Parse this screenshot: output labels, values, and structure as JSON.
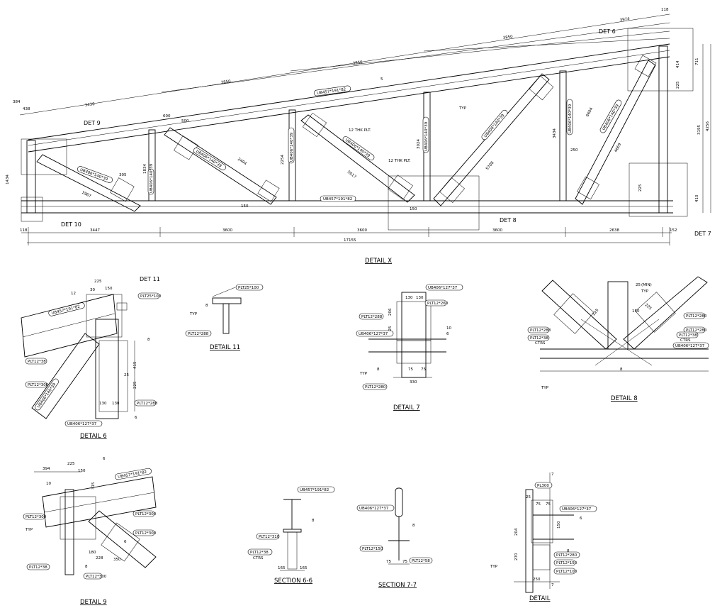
{
  "main": {
    "caption": "DETAIL X",
    "det_labels": [
      "DET 6",
      "DET 7",
      "DET 8",
      "DET 9",
      "DET 10"
    ],
    "top_chord_dims": [
      "3974",
      "3850",
      "3850",
      "3850",
      "3436"
    ],
    "misc_dims": [
      "118",
      "384",
      "438",
      "5",
      "TYP",
      "12 THK PLT.",
      "12 THK PLT."
    ],
    "right_dims": [
      "414",
      "225",
      "711",
      "3195",
      "4256",
      "410"
    ],
    "member_dims": [
      "1834",
      "2254",
      "3024",
      "3434",
      "1434",
      "6694",
      "5017",
      "5708",
      "4669",
      "1967",
      "2494",
      "305",
      "500",
      "600",
      "150",
      "150",
      "250",
      "225"
    ],
    "member_tags": [
      "UB457*191*82",
      "UB457*191*82",
      "UB406*140*39",
      "UB406*140*39",
      "UB406*140*39",
      "UB406*140*39",
      "UB406*140*39",
      "UB406*140*39",
      "UB406*140*39",
      "UB406*140*39",
      "UB406*140*39"
    ],
    "bottom_dims": [
      "118",
      "3447",
      "3600",
      "3600",
      "3600",
      "2638",
      "152"
    ],
    "overall_dim": "17155"
  },
  "detail_6": {
    "caption": "DETAIL 6",
    "det_ref": "DET 11",
    "dims": [
      "225",
      "150",
      "30",
      "415",
      "225",
      "130",
      "130",
      "25",
      "12",
      "8",
      "6"
    ],
    "tags": [
      "PLT25*100",
      "PLT12*300",
      "PLT12*38",
      "PLT12*288",
      "UB457*191*82",
      "UB406*140*39",
      "UB406*127*37"
    ]
  },
  "detail_11": {
    "caption": "DETAIL 11",
    "dims": [
      "TYP",
      "8"
    ],
    "tags": [
      "PLT25*100",
      "PLT12*288"
    ]
  },
  "detail_7": {
    "caption": "DETAIL 7",
    "dims": [
      "130",
      "130",
      "225",
      "206",
      "75",
      "75",
      "330",
      "10",
      "6",
      "TYP",
      "8"
    ],
    "tags": [
      "UB406*127*37",
      "PLT12*288",
      "PLT12*260",
      "UB406*127*37",
      "PLT12*280"
    ]
  },
  "detail_8": {
    "caption": "DETAIL 8",
    "dims": [
      "25",
      "(MIN)",
      "TYP",
      "225",
      "225",
      "150",
      "8",
      "TYP"
    ],
    "tags": [
      "PLT12*280",
      "PLT12*288",
      "PLT12*280",
      "PLT12*38",
      "CTRS",
      "PLT12*38",
      "CTRS",
      "UB406*127*37"
    ]
  },
  "detail_9": {
    "caption": "DETAIL 9",
    "dims": [
      "394",
      "225",
      "150",
      "315",
      "10",
      "TYP",
      "180",
      "228",
      "350",
      "6",
      "6",
      "8"
    ],
    "tags": [
      "UB457*191*82",
      "PLT12*300",
      "PLT12*300",
      "PLT12*300",
      "PLT12*38",
      "PLT12*300"
    ]
  },
  "section_6": {
    "caption": "SECTION 6-6",
    "dims": [
      "165",
      "165",
      "8"
    ],
    "tags": [
      "UB457*191*82",
      "PLT12*310",
      "PLT12*38",
      "CTRS"
    ]
  },
  "section_7": {
    "caption": "SECTION 7-7",
    "dims": [
      "75",
      "75",
      "8"
    ],
    "tags": [
      "UB406*127*37",
      "PLT12*150",
      "PLT12*58"
    ]
  },
  "detail_10": {
    "caption": "DETAIL",
    "section_marks": [
      "7",
      "7"
    ],
    "dims": [
      "25",
      "75",
      "75",
      "204",
      "150",
      "270",
      "250",
      "6",
      "8",
      "TYP"
    ],
    "tags": [
      "PL300",
      "UB406*127*37",
      "PLT12*280",
      "PLT12*150",
      "PLT12*100"
    ]
  }
}
